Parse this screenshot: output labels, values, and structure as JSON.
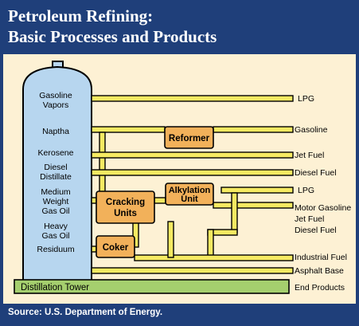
{
  "title": {
    "line1": "Petroleum Refining:",
    "line2": "Basic Processes and Products"
  },
  "footer": {
    "source": "Source: U.S. Department of Energy."
  },
  "tower": {
    "base_label": "Distillation Tower",
    "fractions": [
      "Gasoline",
      "Vapors",
      "Naptha",
      "Kerosene",
      "Diesel",
      "Distillate",
      "Medium",
      "Weight",
      "Gas Oil",
      "Heavy",
      "Gas Oil",
      "Residuum"
    ]
  },
  "units": {
    "reformer": "Reformer",
    "cracking": [
      "Cracking",
      "Units"
    ],
    "alkylation": [
      "Alkylation",
      "Unit"
    ],
    "coker": "Coker"
  },
  "products": [
    "LPG",
    "Gasoline",
    "Jet Fuel",
    "Diesel Fuel",
    "LPG",
    "Motor Gasoline",
    "Jet Fuel",
    "Diesel Fuel",
    "Industrial Fuel",
    "Asphalt Base",
    "End Products"
  ],
  "colors": {
    "frame": "#1f3f7a",
    "panel": "#fdf1d4",
    "tower": "#b7d6ef",
    "pipe": "#f5ea62",
    "unit": "#f2b15a",
    "base": "#a5cf6e"
  }
}
